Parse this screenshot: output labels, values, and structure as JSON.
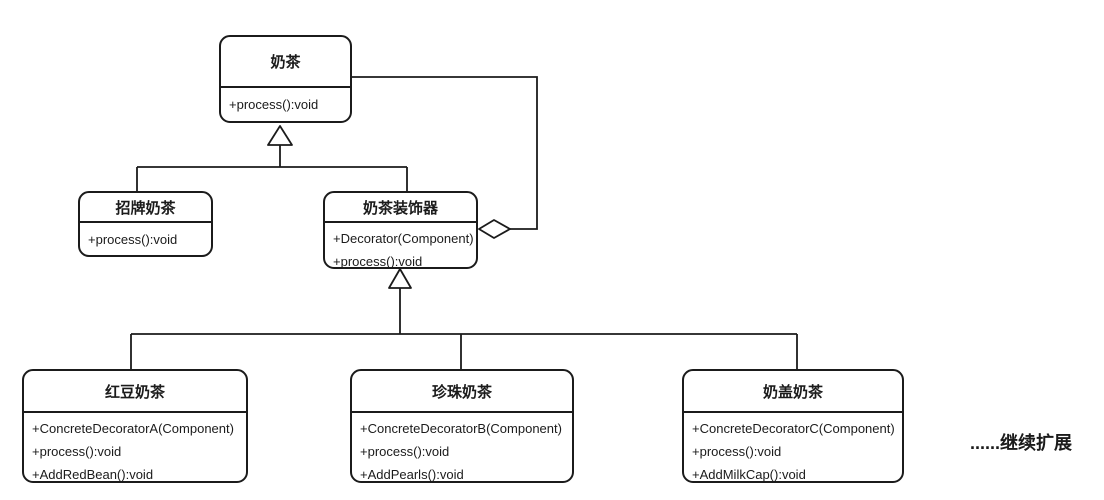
{
  "canvas": {
    "background": "#ffffff",
    "stroke_color": "#1b1b1b"
  },
  "classes": [
    {
      "title": "奶茶",
      "methods": [
        "+process():void"
      ]
    },
    {
      "title": "招牌奶茶",
      "methods": [
        "+process():void"
      ]
    },
    {
      "title": "奶茶装饰器",
      "methods": [
        "+Decorator(Component)",
        "+process():void"
      ]
    },
    {
      "title": "红豆奶茶",
      "methods": [
        "+ConcreteDecoratorA(Component)",
        "+process():void",
        "+AddRedBean():void"
      ]
    },
    {
      "title": "珍珠奶茶",
      "methods": [
        "+ConcreteDecoratorB(Component)",
        "+process():void",
        "+AddPearls():void"
      ]
    },
    {
      "title": "奶盖奶茶",
      "methods": [
        "+ConcreteDecoratorC(Component)",
        "+process():void",
        "+AddMilkCap():void"
      ]
    }
  ],
  "relationships": [
    {
      "type": "inheritance",
      "from": "招牌奶茶",
      "to": "奶茶"
    },
    {
      "type": "inheritance",
      "from": "奶茶装饰器",
      "to": "奶茶"
    },
    {
      "type": "aggregation",
      "from": "奶茶装饰器",
      "to": "奶茶"
    },
    {
      "type": "inheritance",
      "from": "红豆奶茶",
      "to": "奶茶装饰器"
    },
    {
      "type": "inheritance",
      "from": "珍珠奶茶",
      "to": "奶茶装饰器"
    },
    {
      "type": "inheritance",
      "from": "奶盖奶茶",
      "to": "奶茶装饰器"
    }
  ],
  "annotation": {
    "text": "......继续扩展"
  }
}
